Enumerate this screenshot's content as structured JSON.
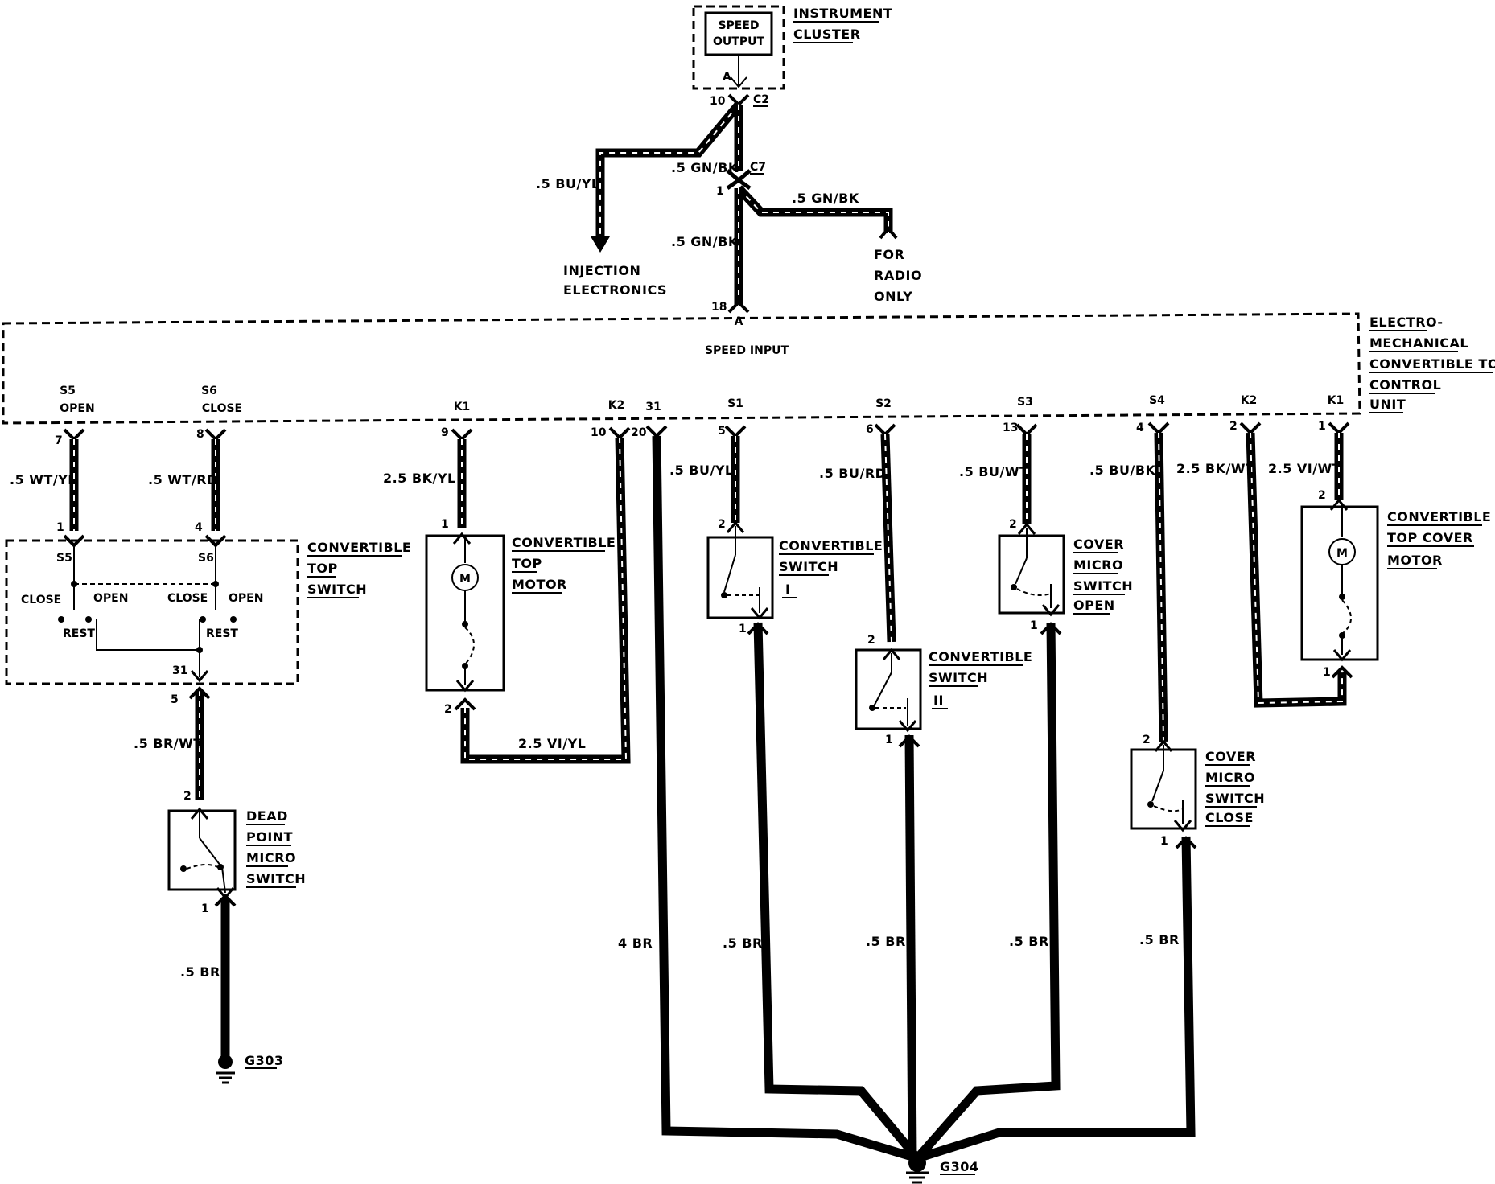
{
  "instrument_cluster": {
    "label_1": "INSTRUMENT",
    "label_2": "CLUSTER",
    "speed_output_1": "SPEED",
    "speed_output_2": "OUTPUT",
    "pin_a": "A",
    "pin_10": "10",
    "c2": "C2"
  },
  "top_wires": {
    "bu_yl": ".5 BU/YL",
    "gn_bk_1": ".5 GN/BK",
    "gn_bk_2": ".5 GN/BK",
    "gn_bk_3": ".5 GN/BK",
    "c7": "C7",
    "pin_1": "1",
    "injection_1": "INJECTION",
    "injection_2": "ELECTRONICS",
    "radio_1": "FOR",
    "radio_2": "RADIO",
    "radio_3": "ONLY",
    "pin_18": "18",
    "pin_a": "A",
    "speed_input": "SPEED INPUT"
  },
  "control_unit": {
    "label_1": "ELECTRO-",
    "label_2": "MECHANICAL",
    "label_3": "CONVERTIBLE TOP",
    "label_4": "CONTROL",
    "label_5": "UNIT",
    "pins": {
      "s5": "S5",
      "s5_sub": "OPEN",
      "s6": "S6",
      "s6_sub": "CLOSE",
      "k1": "K1",
      "k2": "K2",
      "p31": "31",
      "s1": "S1",
      "s2": "S2",
      "s3": "S3",
      "s4": "S4",
      "k2b": "K2",
      "k1b": "K1"
    },
    "pin_numbers": {
      "n7": "7",
      "n8": "8",
      "n9": "9",
      "n10": "10",
      "n20": "20",
      "n5": "5",
      "n6": "6",
      "n13": "13",
      "n4": "4",
      "n2": "2",
      "n1": "1"
    }
  },
  "wires": {
    "wt_yl": ".5 WT/YL",
    "wt_rd": ".5 WT/RD",
    "bk_yl": "2.5 BK/YL",
    "bu_yl2": ".5 BU/YL",
    "bu_rd": ".5 BU/RD",
    "bu_wt": ".5 BU/WT",
    "bu_bk": ".5 BU/BK",
    "bk_wt": "2.5 BK/WT",
    "vi_wt": "2.5 VI/WT",
    "br_wt": ".5 BR/WT",
    "vi_yl": "2.5 VI/YL",
    "br_dead": ".5 BR",
    "br_4": "4 BR",
    "br_s1": ".5 BR",
    "br_s2": ".5 BR",
    "br_s3": ".5 BR",
    "br_s4": ".5 BR"
  },
  "top_switch": {
    "label_1": "CONVERTIBLE",
    "label_2": "TOP",
    "label_3": "SWITCH",
    "s5": "S5",
    "s6": "S6",
    "close_1": "CLOSE",
    "open_1": "OPEN",
    "close_2": "CLOSE",
    "open_2": "OPEN",
    "rest_1": "REST",
    "rest_2": "REST",
    "pin_1": "1",
    "pin_4": "4",
    "pin_31": "31",
    "pin_5": "5"
  },
  "dead_point": {
    "label_1": "DEAD",
    "label_2": "POINT",
    "label_3": "MICRO",
    "label_4": "SWITCH",
    "pin_2": "2",
    "pin_1": "1",
    "ground": "G303"
  },
  "top_motor": {
    "label_1": "CONVERTIBLE",
    "label_2": "TOP",
    "label_3": "MOTOR",
    "m": "M",
    "pin_1": "1",
    "pin_2": "2"
  },
  "switch_1": {
    "label_1": "CONVERTIBLE",
    "label_2": "SWITCH",
    "label_3": "I",
    "pin_2": "2",
    "pin_1": "1"
  },
  "switch_2": {
    "label_1": "CONVERTIBLE",
    "label_2": "SWITCH",
    "label_3": "II",
    "pin_2": "2",
    "pin_1": "1"
  },
  "cover_open": {
    "label_1": "COVER",
    "label_2": "MICRO",
    "label_3": "SWITCH",
    "label_4": "OPEN",
    "pin_2": "2",
    "pin_1": "1"
  },
  "cover_close": {
    "label_1": "COVER",
    "label_2": "MICRO",
    "label_3": "SWITCH",
    "label_4": "CLOSE",
    "pin_2": "2",
    "pin_1": "1"
  },
  "cover_motor": {
    "label_1": "CONVERTIBLE",
    "label_2": "TOP COVER",
    "label_3": "MOTOR",
    "m": "M",
    "pin_2": "2",
    "pin_1": "1"
  },
  "ground_main": "G304"
}
